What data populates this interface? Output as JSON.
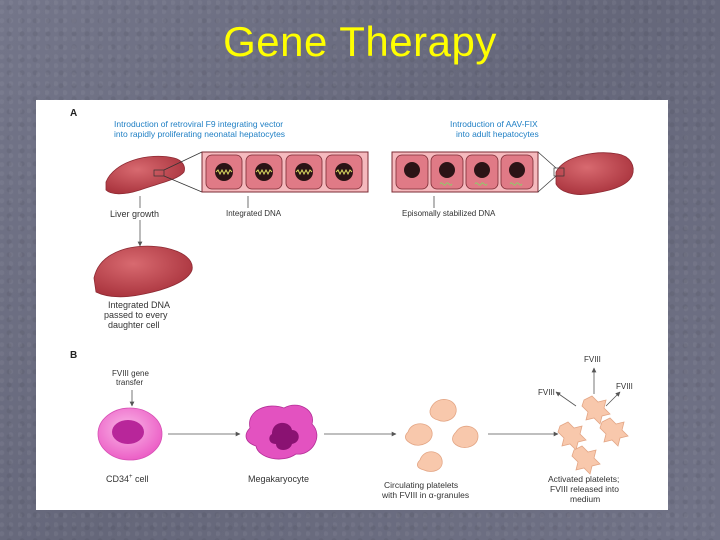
{
  "slide": {
    "title": "Gene Therapy"
  },
  "panel_a": {
    "label": "A",
    "left_caption_line1": "Introduction of retroviral F9 integrating vector",
    "left_caption_line2": "into rapidly proliferating neonatal hepatocytes",
    "right_caption_line1": "Introduction of AAV-FIX",
    "right_caption_line2": "into adult hepatocytes",
    "liver_growth": "Liver growth",
    "integrated_dna": "Integrated DNA",
    "episomal_dna": "Episomally stabilized DNA",
    "passed_line1": "Integrated DNA",
    "passed_line2": "passed to every",
    "passed_line3": "daughter cell"
  },
  "panel_b": {
    "label": "B",
    "transfer_line1": "FVIII gene",
    "transfer_line2": "transfer",
    "cd34": "CD34",
    "cd34_sup": "+",
    "cd34_suffix": " cell",
    "megakaryocyte": "Megakaryocyte",
    "circ_line1": "Circulating platelets",
    "circ_line2": "with FVIII in α-granules",
    "act_line1": "Activated platelets;",
    "act_line2": "FVIII released into",
    "act_line3": "medium",
    "fviii_top": "FVIII",
    "fviii_left": "FVIII",
    "fviii_right": "FVIII"
  },
  "colors": {
    "title": "#ffff00",
    "caption_blue": "#1f7fc4",
    "liver": "#c0434c",
    "cell_pink": "#e07a86",
    "platelet": "#f8c8ac",
    "megakaryocyte": "#e352c0",
    "cd34_outer": "#f17fd0"
  }
}
